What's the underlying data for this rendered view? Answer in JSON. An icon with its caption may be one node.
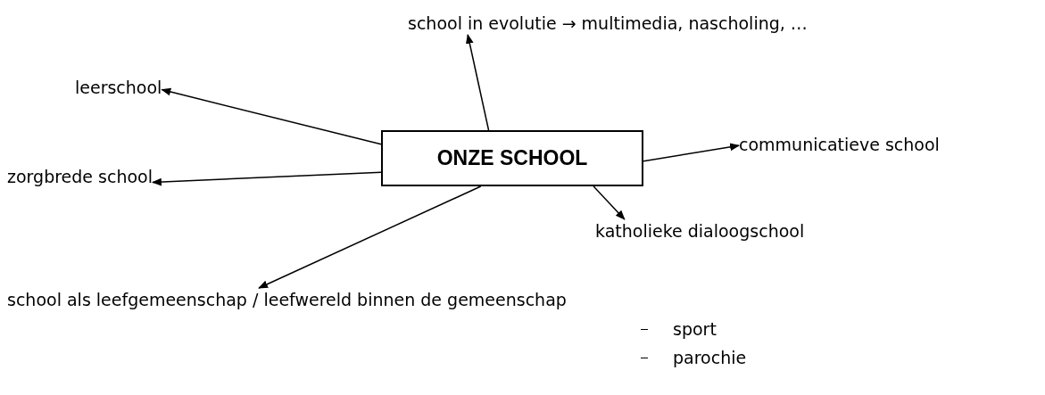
{
  "diagram": {
    "nodes": [
      {
        "text": [
          "ONZE SCHOOL"
        ]
      },
      {
        "text": [
          "school in evolutie → multimedia, nascholing, …"
        ]
      },
      {
        "text": [
          "leerschool"
        ]
      },
      {
        "text": [
          "communicatieve school"
        ]
      },
      {
        "text": [
          "zorgbrede school"
        ]
      },
      {
        "text": [
          "katholieke dialoogschool"
        ]
      },
      {
        "text": [
          "school als leefgemeenschap / leefwereld binnen de gemeenschap"
        ],
        "beside": [
          "sport",
          "parochie"
        ]
      }
    ],
    "edges": [
      {
        "from": 0,
        "to": 1,
        "arrow": "to"
      },
      {
        "from": 0,
        "to": 2,
        "arrow": "to"
      },
      {
        "from": 0,
        "to": 3,
        "arrow": "to"
      },
      {
        "from": 0,
        "to": 4,
        "arrow": "to"
      },
      {
        "from": 0,
        "to": 5,
        "arrow": "to"
      },
      {
        "from": 0,
        "to": 6,
        "arrow": "to"
      }
    ]
  }
}
